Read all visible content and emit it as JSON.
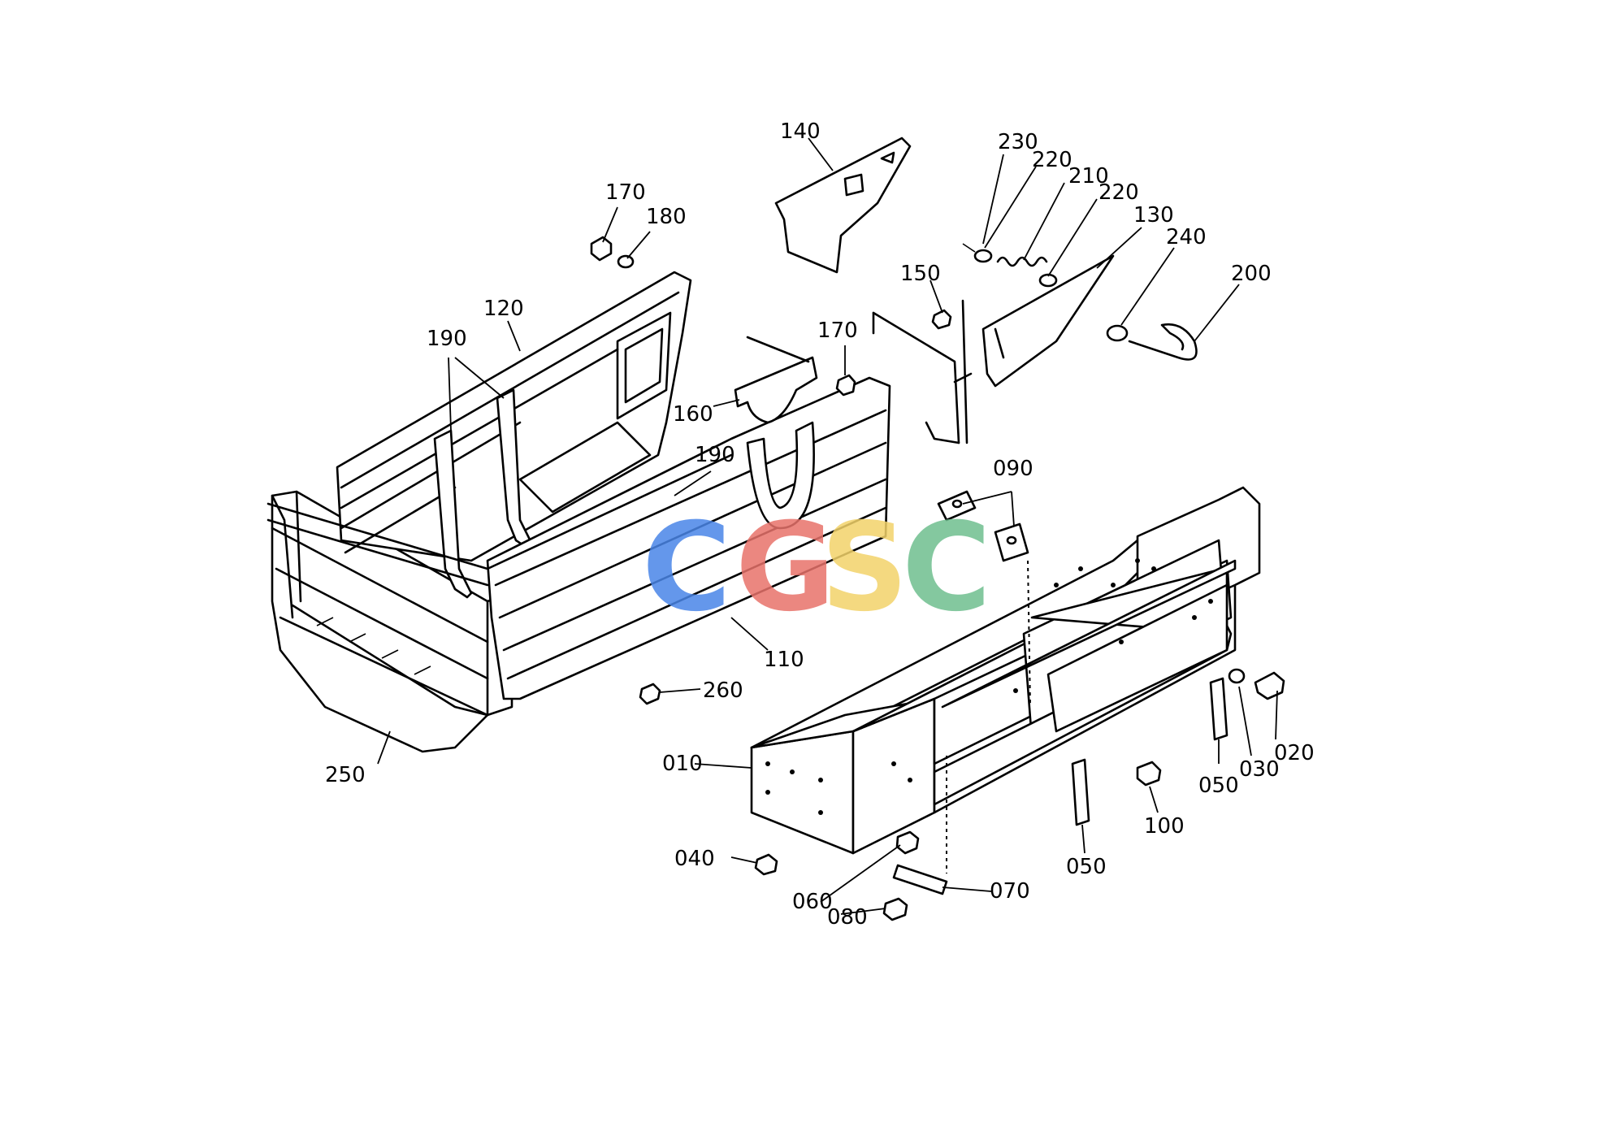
{
  "watermark": {
    "letters": [
      "C",
      "G",
      "S",
      "C"
    ],
    "colors": [
      "#4a86e8",
      "#e8736b",
      "#f3d36a",
      "#6fbf8f"
    ]
  },
  "labels": {
    "p010": "010",
    "p020": "020",
    "p030": "030",
    "p040": "040",
    "p050a": "050",
    "p050b": "050",
    "p060": "060",
    "p070": "070",
    "p080": "080",
    "p090": "090",
    "p100": "100",
    "p110": "110",
    "p120": "120",
    "p130": "130",
    "p140": "140",
    "p150": "150",
    "p160": "160",
    "p170a": "170",
    "p170b": "170",
    "p180": "180",
    "p190a": "190",
    "p190b": "190",
    "p200": "200",
    "p210": "210",
    "p220a": "220",
    "p220b": "220",
    "p230": "230",
    "p240": "240",
    "p250": "250",
    "p260": "260"
  }
}
